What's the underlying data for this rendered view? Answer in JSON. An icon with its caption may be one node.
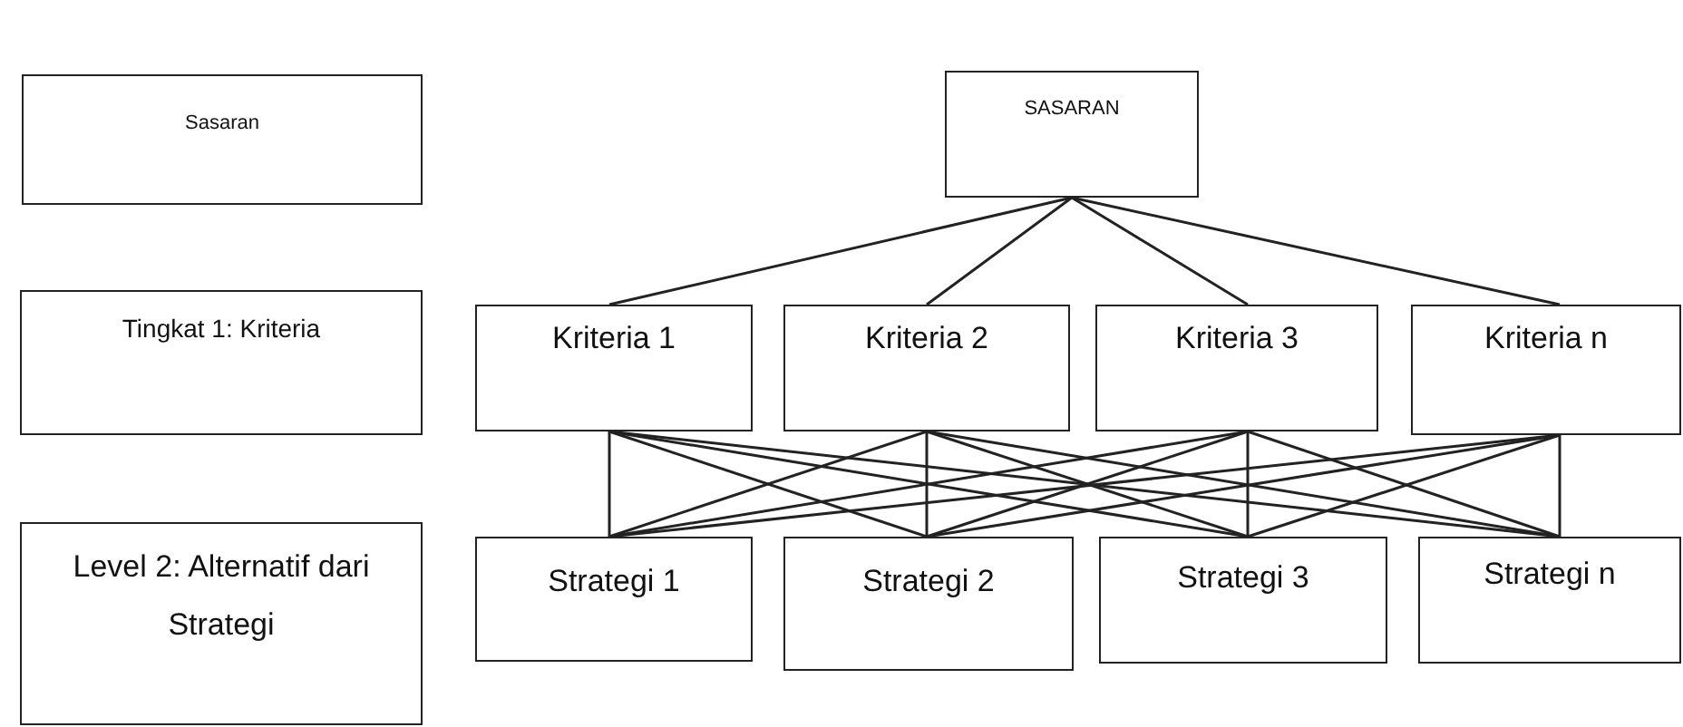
{
  "diagram": {
    "nodes": [
      {
        "text": [
          "Sasaran"
        ]
      },
      {
        "text": [
          "SASARAN"
        ]
      },
      {
        "text": [
          "Tingkat 1: Kriteria"
        ]
      },
      {
        "text": [
          "Kriteria 1"
        ]
      },
      {
        "text": [
          "Kriteria 2"
        ]
      },
      {
        "text": [
          "Kriteria 3"
        ]
      },
      {
        "text": [
          "Kriteria n"
        ]
      },
      {
        "text": [
          "Level 2: Alternatif dari Strategi"
        ]
      },
      {
        "text": [
          "Strategi 1"
        ]
      },
      {
        "text": [
          "Strategi 2"
        ]
      },
      {
        "text": [
          "Strategi 3"
        ]
      },
      {
        "text": [
          "Strategi n"
        ]
      }
    ],
    "edges": [
      {
        "from": 1,
        "to": 3,
        "arrow": "none"
      },
      {
        "from": 1,
        "to": 4,
        "arrow": "none"
      },
      {
        "from": 1,
        "to": 5,
        "arrow": "none"
      },
      {
        "from": 1,
        "to": 6,
        "arrow": "none"
      },
      {
        "from": 3,
        "to": 8,
        "arrow": "none"
      },
      {
        "from": 3,
        "to": 9,
        "arrow": "none"
      },
      {
        "from": 3,
        "to": 10,
        "arrow": "none"
      },
      {
        "from": 3,
        "to": 11,
        "arrow": "none"
      },
      {
        "from": 4,
        "to": 8,
        "arrow": "none"
      },
      {
        "from": 4,
        "to": 9,
        "arrow": "none"
      },
      {
        "from": 4,
        "to": 10,
        "arrow": "none"
      },
      {
        "from": 4,
        "to": 11,
        "arrow": "none"
      },
      {
        "from": 5,
        "to": 8,
        "arrow": "none"
      },
      {
        "from": 5,
        "to": 9,
        "arrow": "none"
      },
      {
        "from": 5,
        "to": 10,
        "arrow": "none"
      },
      {
        "from": 5,
        "to": 11,
        "arrow": "none"
      },
      {
        "from": 6,
        "to": 8,
        "arrow": "none"
      },
      {
        "from": 6,
        "to": 9,
        "arrow": "none"
      },
      {
        "from": 6,
        "to": 10,
        "arrow": "none"
      },
      {
        "from": 6,
        "to": 11,
        "arrow": "none"
      }
    ]
  }
}
